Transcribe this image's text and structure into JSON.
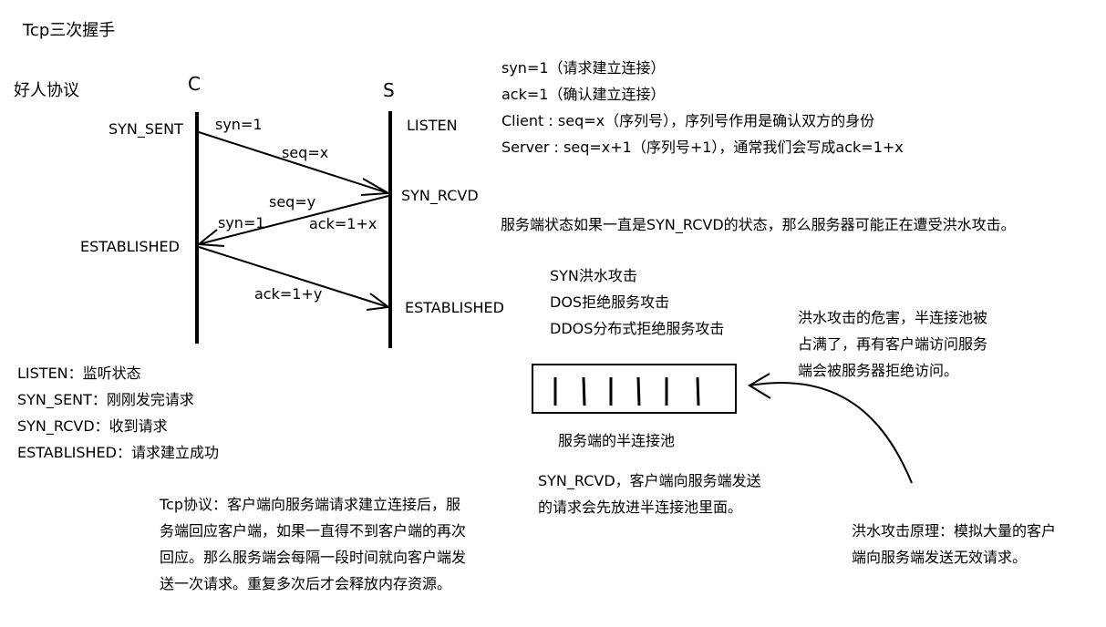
{
  "title": "Tcp三次握手",
  "protocol_label": "好人协议",
  "client_label": "C",
  "server_label": "S",
  "states": {
    "syn_sent": "SYN_SENT",
    "listen": "LISTEN",
    "syn_rcvd": "SYN_RCVD",
    "established_client": "ESTABLISHED",
    "established_server": "ESTABLISHED"
  },
  "messages": {
    "m1_syn": "syn=1",
    "m1_seq": "seq=x",
    "m2_seq": "seq=y",
    "m2_syn": "syn=1",
    "m2_ack": "ack=1+x",
    "m3_ack": "ack=1+y"
  },
  "notes_top_right": [
    "syn=1（请求建立连接）",
    "ack=1（确认建立连接）",
    "Client : seq=x（序列号），序列号作用是确认双方的身份",
    "Server : seq=x+1（序列号+1），通常我们会写成ack=1+x"
  ],
  "flood_note": "服务端状态如果一直是SYN_RCVD的状态，那么服务器可能正在遭受洪水攻击。",
  "attack_types": [
    "SYN洪水攻击",
    "DOS拒绝服务攻击",
    "DDOS分布式拒绝服务攻击"
  ],
  "harm_note": [
    "洪水攻击的危害，半连接池被",
    "占满了，再有客户端访问服务",
    "端会被服务器拒绝访问。"
  ],
  "pool_label": "服务端的半连接池",
  "pool_slots": 6,
  "pool_note": [
    "SYN_RCVD，客户端向服务端发送",
    "的请求会先放进半连接池里面。"
  ],
  "principle_note": [
    "洪水攻击原理：模拟大量的客户",
    "端向服务端发送无效请求。"
  ],
  "state_legend": [
    "LISTEN：监听状态",
    "SYN_SENT：刚刚发完请求",
    "SYN_RCVD：收到请求",
    "ESTABLISHED：请求建立成功"
  ],
  "tcp_note": [
    "Tcp协议：客户端向服务端请求建立连接后，服",
    "务端回应客户端，如果一直得不到客户端的再次",
    "回应。那么服务端会每隔一段时间就向客户端发",
    "送一次请求。重复多次后才会释放内存资源。"
  ]
}
